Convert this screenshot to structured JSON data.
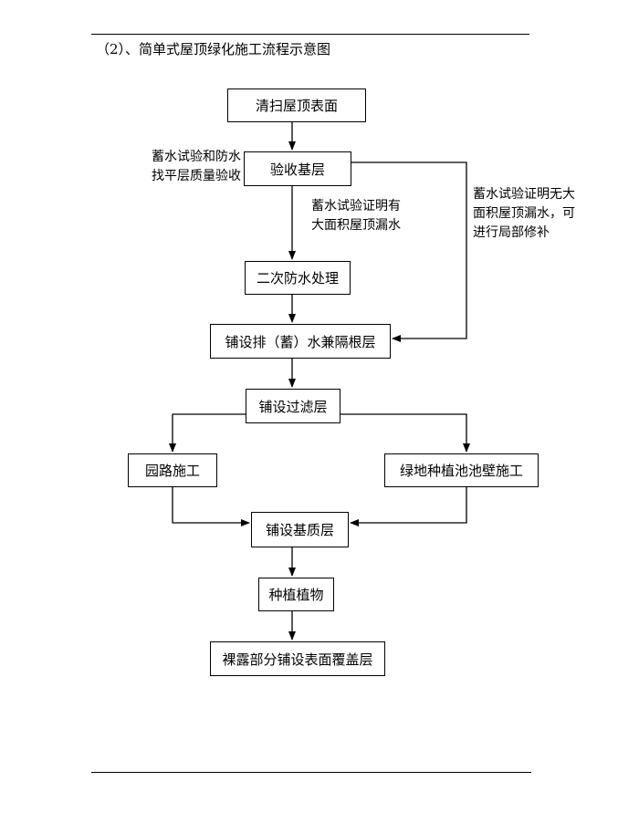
{
  "heading": "（2）、简单式屋顶绿化施工流程示意图",
  "nodes": {
    "clean": "清扫屋顶表面",
    "accept": "验收基层",
    "second": "二次防水处理",
    "drain": "铺设排（蓄）水兼隔根层",
    "filter": "铺设过滤层",
    "road": "园路施工",
    "green": "绿地种植池池壁施工",
    "base": "铺设基质层",
    "plant": "种植植物",
    "cover": "裸露部分铺设表面覆盖层"
  },
  "notes": {
    "left": [
      "蓄水试验和防水",
      "找平层质量验收"
    ],
    "middle": [
      "蓄水试验证明有",
      "大面积屋顶漏水"
    ],
    "right": [
      "蓄水试验证明无大",
      "面积屋顶漏水，可",
      "进行局部修补"
    ]
  }
}
